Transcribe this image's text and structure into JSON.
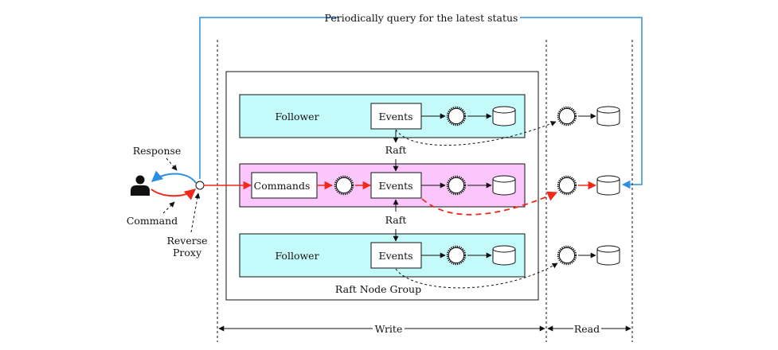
{
  "labels": {
    "query": "Periodically query for the latest status",
    "response": "Response",
    "command": "Command",
    "reverse_proxy_1": "Reverse",
    "reverse_proxy_2": "Proxy",
    "raft_node_group": "Raft Node Group",
    "write": "Write",
    "read": "Read"
  },
  "nodes": {
    "follower_top": "Follower",
    "follower_bottom": "Follower",
    "commands": "Commands",
    "events_top": "Events",
    "events_leader": "Events",
    "events_bottom": "Events",
    "raft_1": "Raft",
    "raft_2": "Raft"
  },
  "colors": {
    "follower_fill": "#c5fafa",
    "leader_fill": "#fbc6fb",
    "command_arrow": "#f0291a",
    "response_arrow": "#2b8fe3",
    "query_line": "#2b8fe3"
  },
  "icons": [
    "user-icon",
    "processor-gear-icon",
    "database-icon"
  ]
}
